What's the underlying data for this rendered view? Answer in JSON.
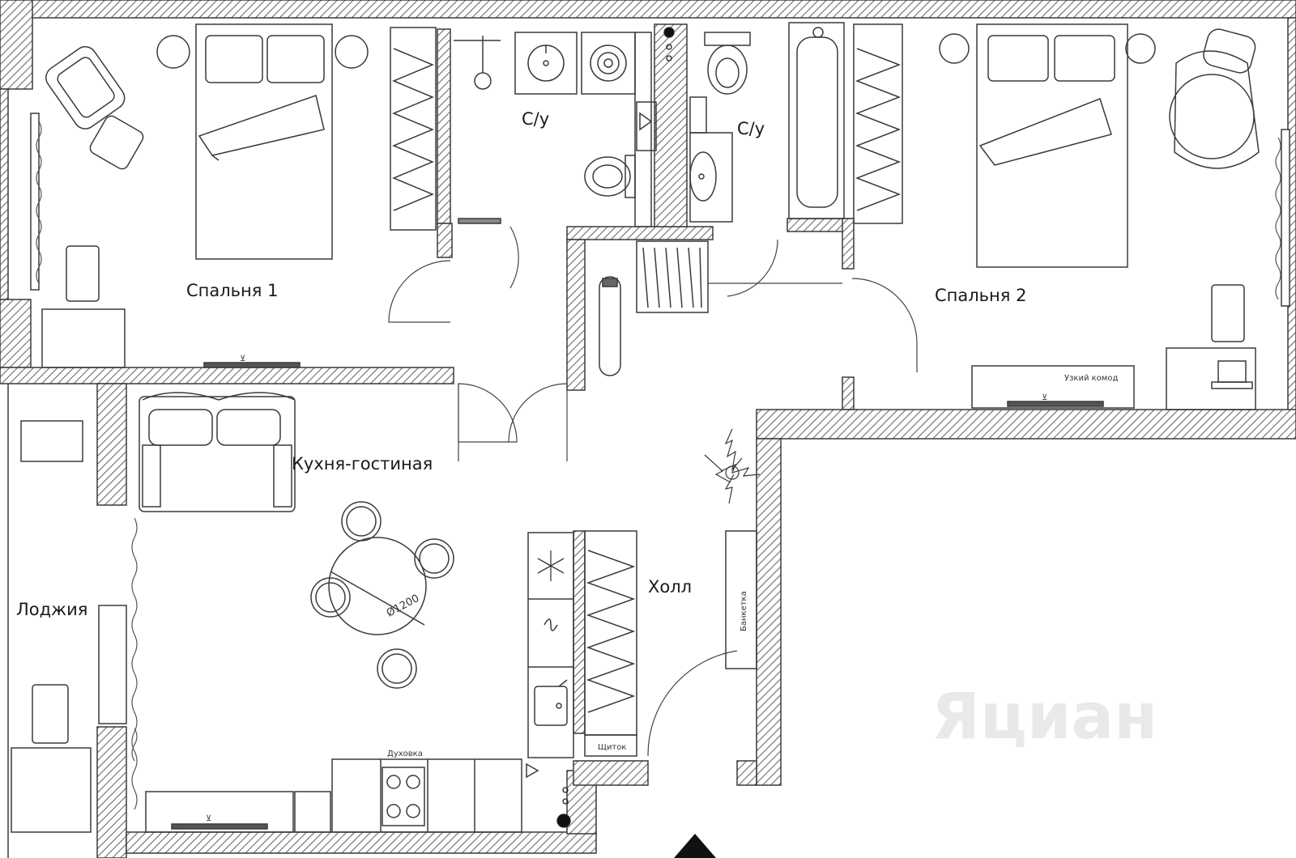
{
  "rooms": {
    "bedroom1": "Спальня 1",
    "bedroom2": "Спальня 2",
    "bathroom1": "С/у",
    "bathroom2": "С/у",
    "kitchen_living": "Кухня-гостиная",
    "hall": "Холл",
    "loggia": "Лоджия"
  },
  "annotations": {
    "table_diameter": "Ø1200",
    "narrow_dresser": "Узкий комод",
    "bench": "Банкетка",
    "hood": "Духовка",
    "panel": "Щиток",
    "tv_symbol": "⊻"
  },
  "watermark": "Яциан",
  "colors": {
    "wall_hatch": "#6b6b6b",
    "line": "#3a3a3a",
    "background": "#ffffff"
  },
  "icons": [
    "armchair-icon",
    "bed-icon",
    "wardrobe-icon",
    "shower-icon",
    "sink-icon",
    "washing-machine-icon",
    "toilet-icon",
    "bathtub-icon",
    "sofa-icon",
    "dining-table-icon",
    "chair-icon",
    "stove-icon",
    "fridge-icon",
    "plant-icon",
    "laptop-icon",
    "nightstand-icon",
    "boiler-icon",
    "door-icon",
    "north-arrow-icon"
  ]
}
